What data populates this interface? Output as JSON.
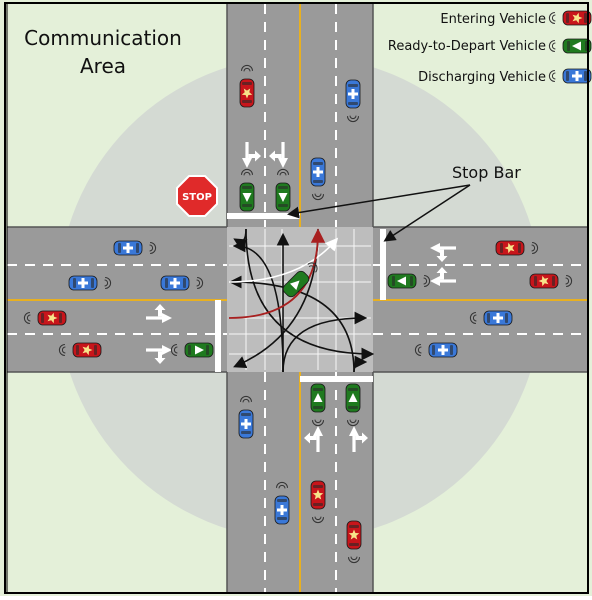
{
  "diagram": {
    "area_label_line1": "Communication",
    "area_label_line2": "Area",
    "stop_sign_text": "STOP",
    "stop_bar_label": "Stop Bar"
  },
  "legend": [
    {
      "label": "Entering Vehicle",
      "vehicle_type": "entering"
    },
    {
      "label": "Ready-to-Depart Vehicle",
      "vehicle_type": "ready"
    },
    {
      "label": "Discharging Vehicle",
      "vehicle_type": "discharging"
    }
  ],
  "colors": {
    "grass": "#e4f0d9",
    "communication_area": "#d4dad3",
    "road": "#9a9a9a",
    "intersection": "#bdbdbd",
    "center_line": "#e8b020",
    "entering": "#c8151b",
    "ready": "#1f7a1f",
    "discharging": "#3a78d8",
    "stop_sign": "#e02a2a",
    "turn_path": "#a82020"
  },
  "icons": {
    "entering": "star-icon",
    "ready": "triangle-icon",
    "discharging": "plus-icon",
    "signal": "wireless-signal-icon",
    "stop": "stop-sign-icon"
  }
}
